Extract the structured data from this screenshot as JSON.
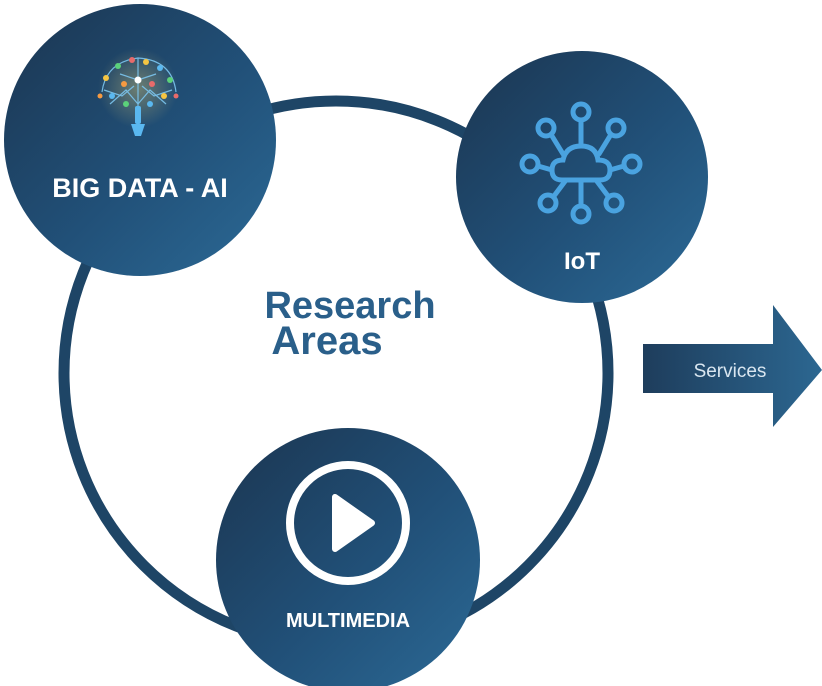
{
  "center": {
    "line1": "Research",
    "line2": "Areas"
  },
  "nodes": {
    "bigdata": {
      "label": "BIG DATA - AI",
      "icon": "brain-network-icon"
    },
    "iot": {
      "label": "IoT",
      "icon": "cloud-network-icon"
    },
    "multimedia": {
      "label": "MULTIMEDIA",
      "icon": "play-icon"
    }
  },
  "arrow": {
    "label": "Services",
    "icon": "arrow-right-icon"
  },
  "colors": {
    "dark": "#1c3a55",
    "mid": "#23557a",
    "light": "#2f6d98",
    "ring": "#1e4566",
    "icon_blue": "#4aa3e0",
    "text_blue": "#2a5f8a"
  }
}
